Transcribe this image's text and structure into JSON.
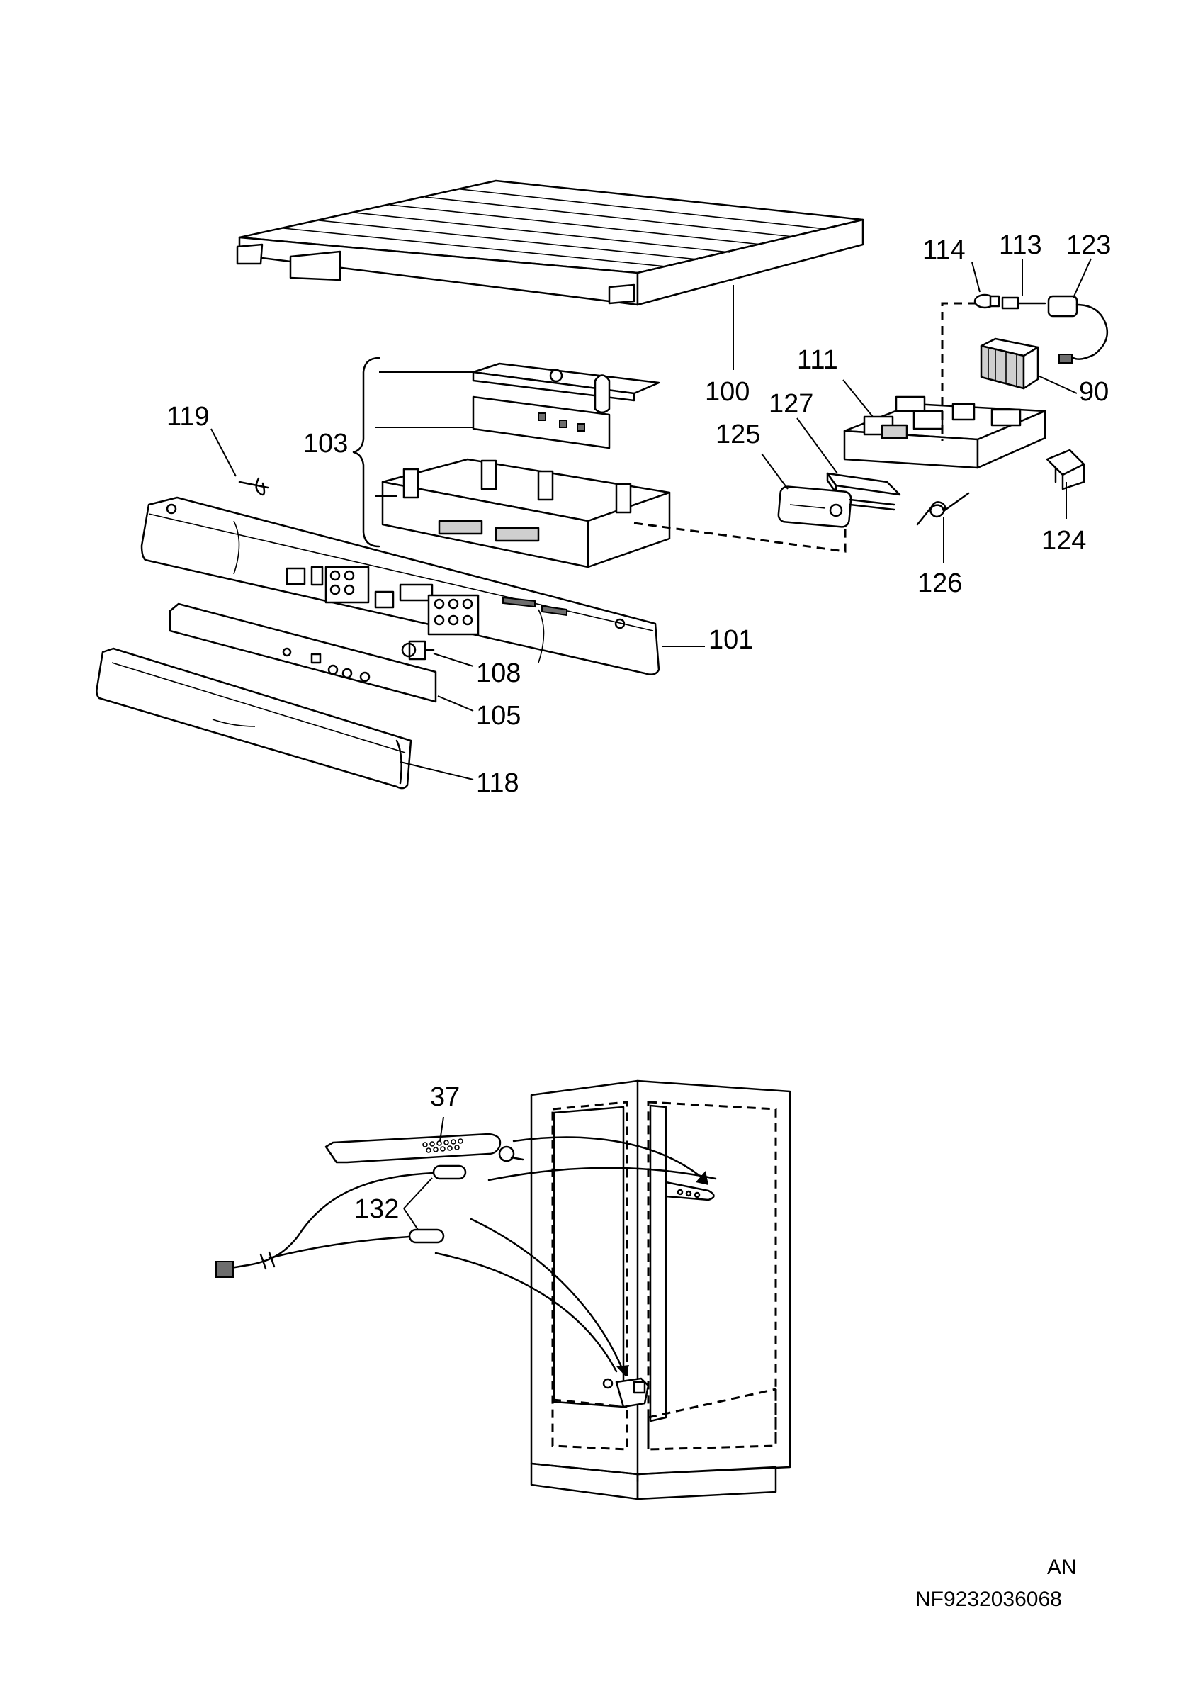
{
  "part_labels": {
    "p100": "100",
    "p101": "101",
    "p103": "103",
    "p105": "105",
    "p108": "108",
    "p111": "111",
    "p113": "113",
    "p114": "114",
    "p118": "118",
    "p119": "119",
    "p123": "123",
    "p124": "124",
    "p125": "125",
    "p126": "126",
    "p127": "127",
    "p90": "90",
    "p37": "37",
    "p132": "132"
  },
  "footer": {
    "variant": "AN",
    "drawing_number": "NF9232036068"
  }
}
